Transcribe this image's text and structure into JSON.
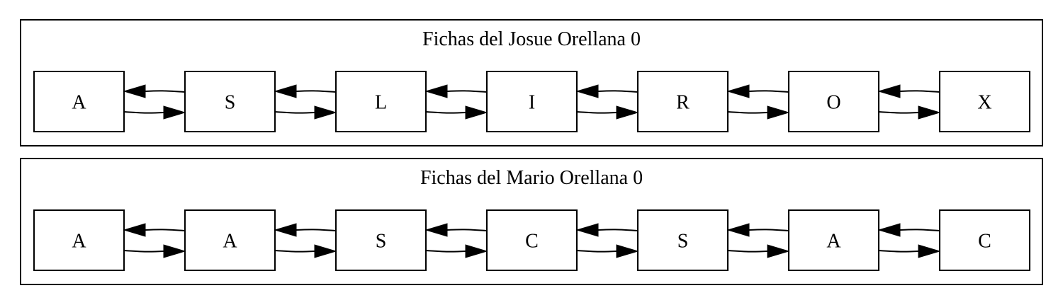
{
  "clusters": [
    {
      "title": "Fichas del Josue Orellana 0",
      "nodes": [
        "A",
        "S",
        "L",
        "I",
        "R",
        "O",
        "X"
      ]
    },
    {
      "title": "Fichas del Mario Orellana 0",
      "nodes": [
        "A",
        "A",
        "S",
        "C",
        "S",
        "A",
        "C"
      ]
    }
  ]
}
